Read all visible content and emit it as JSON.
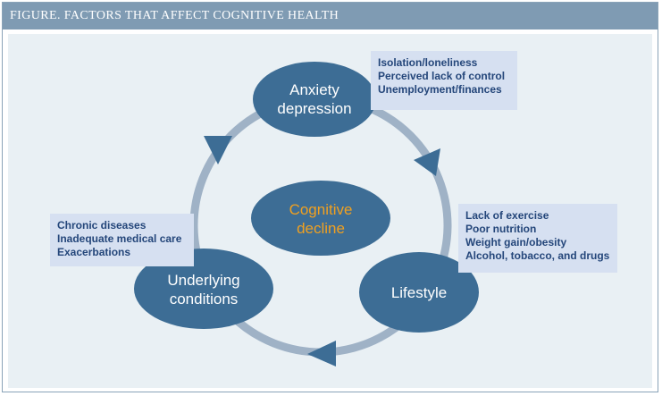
{
  "figure_title": "FIGURE. FACTORS THAT AFFECT COGNITIVE HEALTH",
  "nodes": {
    "anxiety": {
      "line1": "Anxiety",
      "line2": "depression"
    },
    "core": {
      "line1": "Cognitive",
      "line2": "decline"
    },
    "underlying": {
      "line1": "Underlying",
      "line2": "conditions"
    },
    "lifestyle": {
      "line1": "Lifestyle"
    }
  },
  "notes": {
    "anxiety": [
      "Isolation/loneliness",
      "Perceived lack of control",
      "Unemployment/finances"
    ],
    "underlying": [
      "Chronic diseases",
      "Inadequate medical care",
      "Exacerbations"
    ],
    "lifestyle": [
      "Lack of exercise",
      "Poor nutrition",
      "Weight gain/obesity",
      "Alcohol, tobacco, and drugs"
    ]
  },
  "colors": {
    "title_bar": "#7f9bb3",
    "panel": "#e9f0f4",
    "ellipse": "#3d6d95",
    "ring": "#9fb2c6",
    "arrow": "#3d6d95",
    "core_text": "#f0a020",
    "note_bg": "#d6e0f1",
    "note_text": "#24467a"
  }
}
